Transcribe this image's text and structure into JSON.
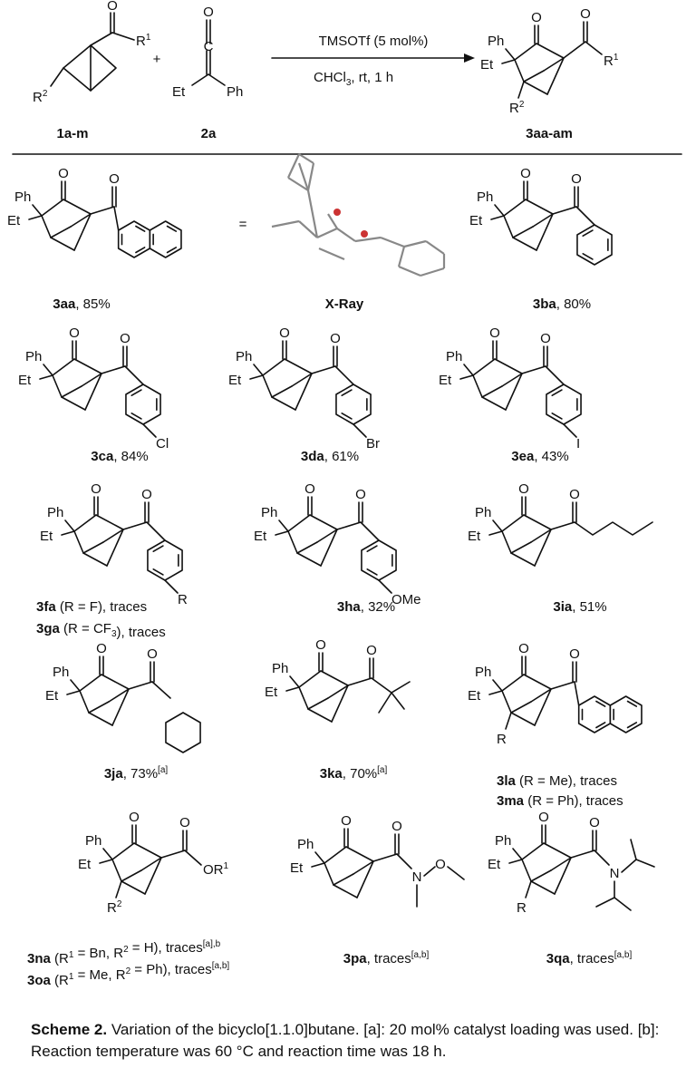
{
  "scheme": {
    "reactant1_label": "1a-m",
    "reactant2_label": "2a",
    "product_label": "3aa-am",
    "plus": "+",
    "reagent": "TMSOTf (5 mol%)",
    "conditions": "CHCl3, rt, 1 h",
    "r1": "R1",
    "r2": "R2"
  },
  "atoms": {
    "O": "O",
    "Ph": "Ph",
    "Et": "Et",
    "Cl": "Cl",
    "Br": "Br",
    "I": "I",
    "R": "R",
    "OMe": "OMe",
    "OR1": "OR1",
    "N": "N",
    "eq": "="
  },
  "compounds": [
    {
      "id": "3aa",
      "text": ", 85%",
      "sup": ""
    },
    {
      "id": "X-Ray",
      "text": "",
      "sup": ""
    },
    {
      "id": "3ba",
      "text": ", 80%",
      "sup": ""
    },
    {
      "id": "3ca",
      "text": ", 84%",
      "sup": ""
    },
    {
      "id": "3da",
      "text": ", 61%",
      "sup": ""
    },
    {
      "id": "3ea",
      "text": ", 43%",
      "sup": ""
    },
    {
      "id": "3fa",
      "text": " (R = F),    traces",
      "sup": ""
    },
    {
      "id": "3ga",
      "text": " (R = CF3), traces",
      "sup": ""
    },
    {
      "id": "3ha",
      "text": ", 32%",
      "sup": ""
    },
    {
      "id": "3ia",
      "text": ", 51%",
      "sup": ""
    },
    {
      "id": "3ja",
      "text": ", 73%",
      "sup": "[a]"
    },
    {
      "id": "3ka",
      "text": ", 70%",
      "sup": "[a]"
    },
    {
      "id": "3la",
      "text": "  (R = Me), traces",
      "sup": ""
    },
    {
      "id": "3ma",
      "text": " (R = Ph), traces",
      "sup": ""
    },
    {
      "id": "3na",
      "text": " (R1 = Bn, R2 = H),   traces",
      "sup": "[a],b"
    },
    {
      "id": "3oa",
      "text": " (R1 = Me, R2 = Ph), traces",
      "sup": "[a,b]"
    },
    {
      "id": "3pa",
      "text": ", traces",
      "sup": "[a,b]"
    },
    {
      "id": "3qa",
      "text": ", traces",
      "sup": "[a,b]"
    }
  ],
  "caption": {
    "bold": "Scheme 2.",
    "text": " Variation of the bicyclo[1.1.0]butane. [a]: 20 mol% catalyst loading was used. [b]: Reaction temperature was 60 °C and reaction time was 18 h."
  }
}
